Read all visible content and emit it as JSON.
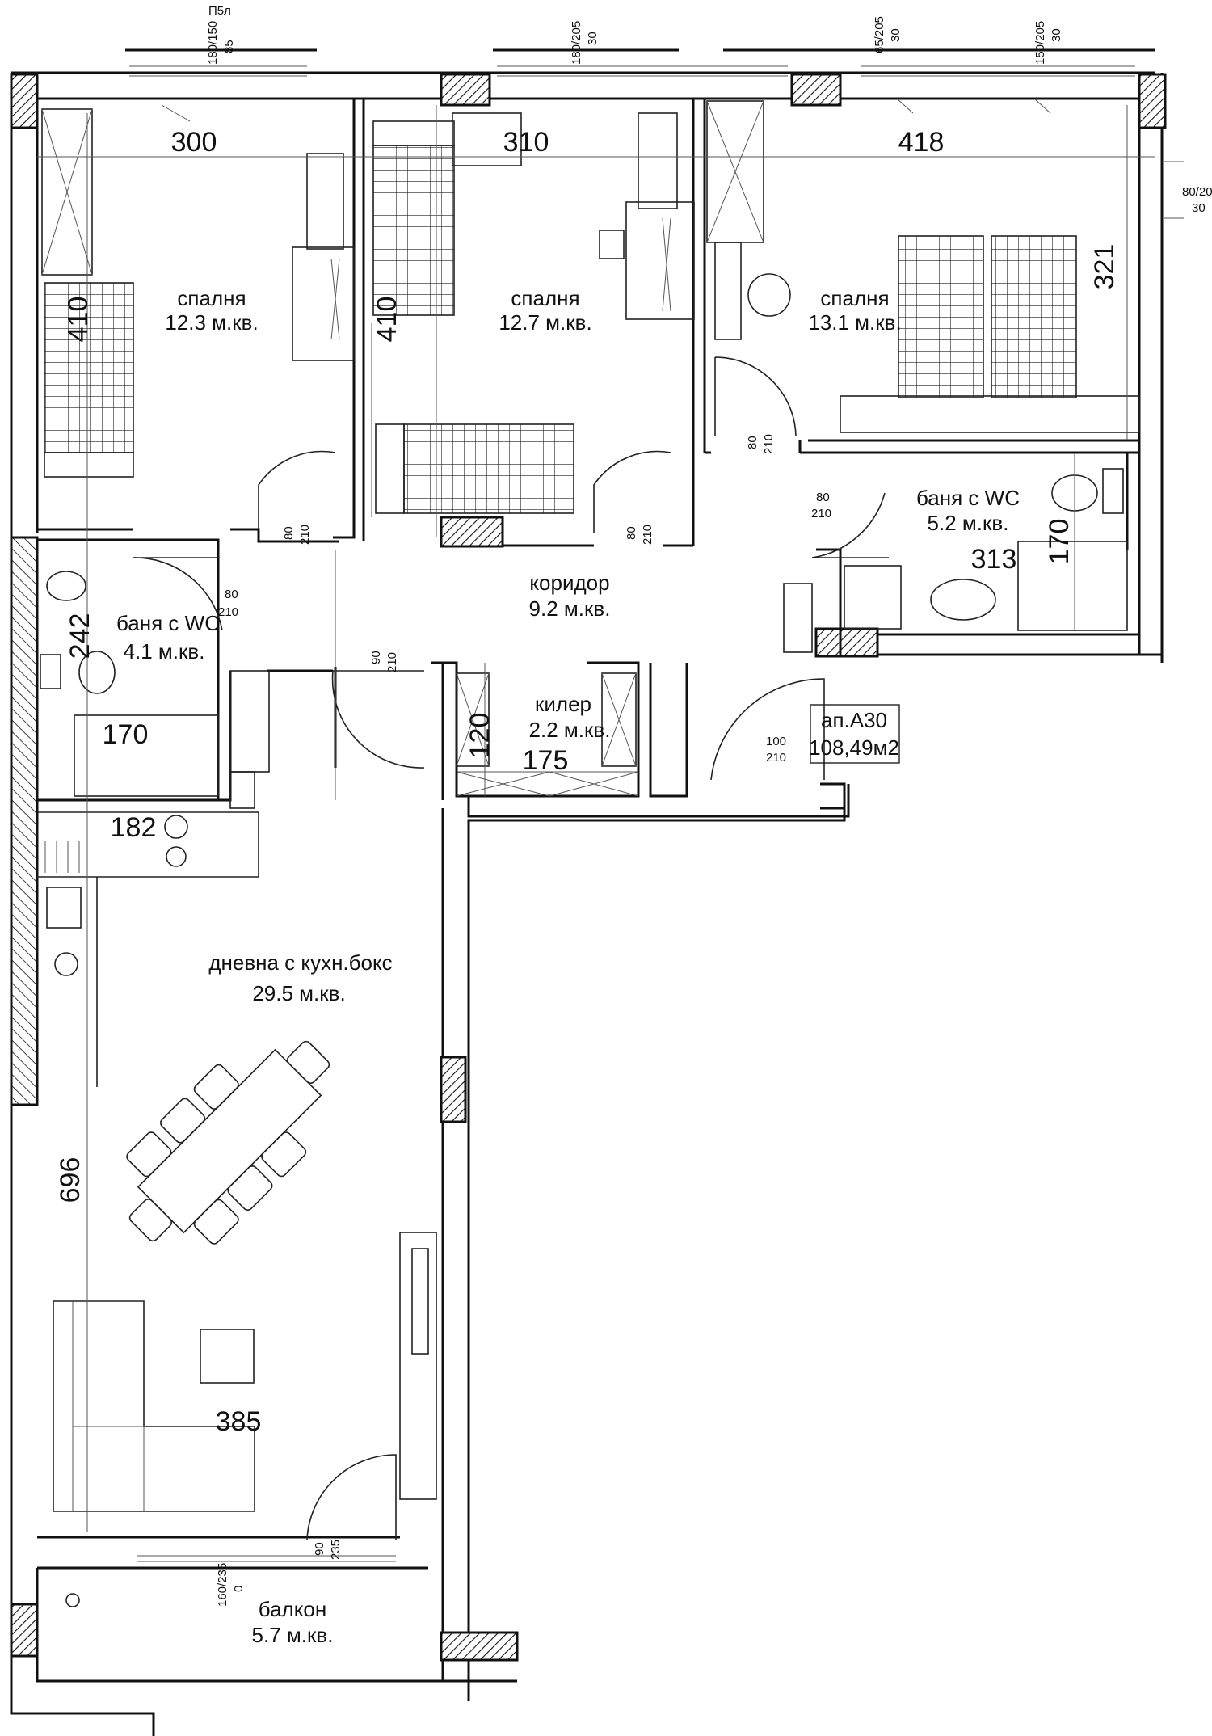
{
  "plan": {
    "unit_id": "ап.А30",
    "unit_area": "108,49м2",
    "top_label": "П5л"
  },
  "rooms": {
    "bedroom1": {
      "name": "спалня",
      "area": "12.3 м.кв."
    },
    "bedroom2": {
      "name": "спалня",
      "area": "12.7 м.кв."
    },
    "bedroom3": {
      "name": "спалня",
      "area": "13.1 м.кв."
    },
    "bath_right": {
      "name": "баня с WC",
      "area": "5.2 м.кв."
    },
    "bath_left": {
      "name": "баня с WC",
      "area": "4.1 м.кв."
    },
    "corridor": {
      "name": "коридор",
      "area": "9.2 м.кв."
    },
    "pantry": {
      "name": "килер",
      "area": "2.2 м.кв."
    },
    "living": {
      "name": "дневна с кухн.бокс",
      "area": "29.5 м.кв."
    },
    "balcony": {
      "name": "балкон",
      "area": "5.7 м.кв."
    }
  },
  "dimensions": {
    "bed1_width": "300",
    "bed2_width": "310",
    "bed3_width": "418",
    "bed1_depth": "410",
    "bed2_depth": "410",
    "bed3_depth": "321",
    "bath_right_width": "313",
    "bath_right_depth": "170",
    "bath_left_depth": "242",
    "bath_left_width": "170",
    "kitchen_width": "182",
    "living_depth": "696",
    "living_width": "385",
    "pantry_depth": "120",
    "pantry_width": "175"
  },
  "windows": {
    "w1a": "180/150",
    "w1b": "85",
    "w2a": "180/205",
    "w2b": "30",
    "w3a": "65/205",
    "w3b": "30",
    "w4a": "150/205",
    "w4b": "30",
    "w5a": "80/205",
    "w5b": "30",
    "w6a": "160/235",
    "w6b": "0"
  },
  "doors": {
    "d_bed1": [
      "80",
      "210"
    ],
    "d_bed2": [
      "80",
      "210"
    ],
    "d_bed3": [
      "80",
      "210"
    ],
    "d_bath_right": [
      "80",
      "210"
    ],
    "d_bath_left": [
      "80",
      "210"
    ],
    "d_living": [
      "90",
      "210"
    ],
    "d_entry": [
      "100",
      "210"
    ],
    "d_balcony": [
      "90",
      "235"
    ]
  }
}
